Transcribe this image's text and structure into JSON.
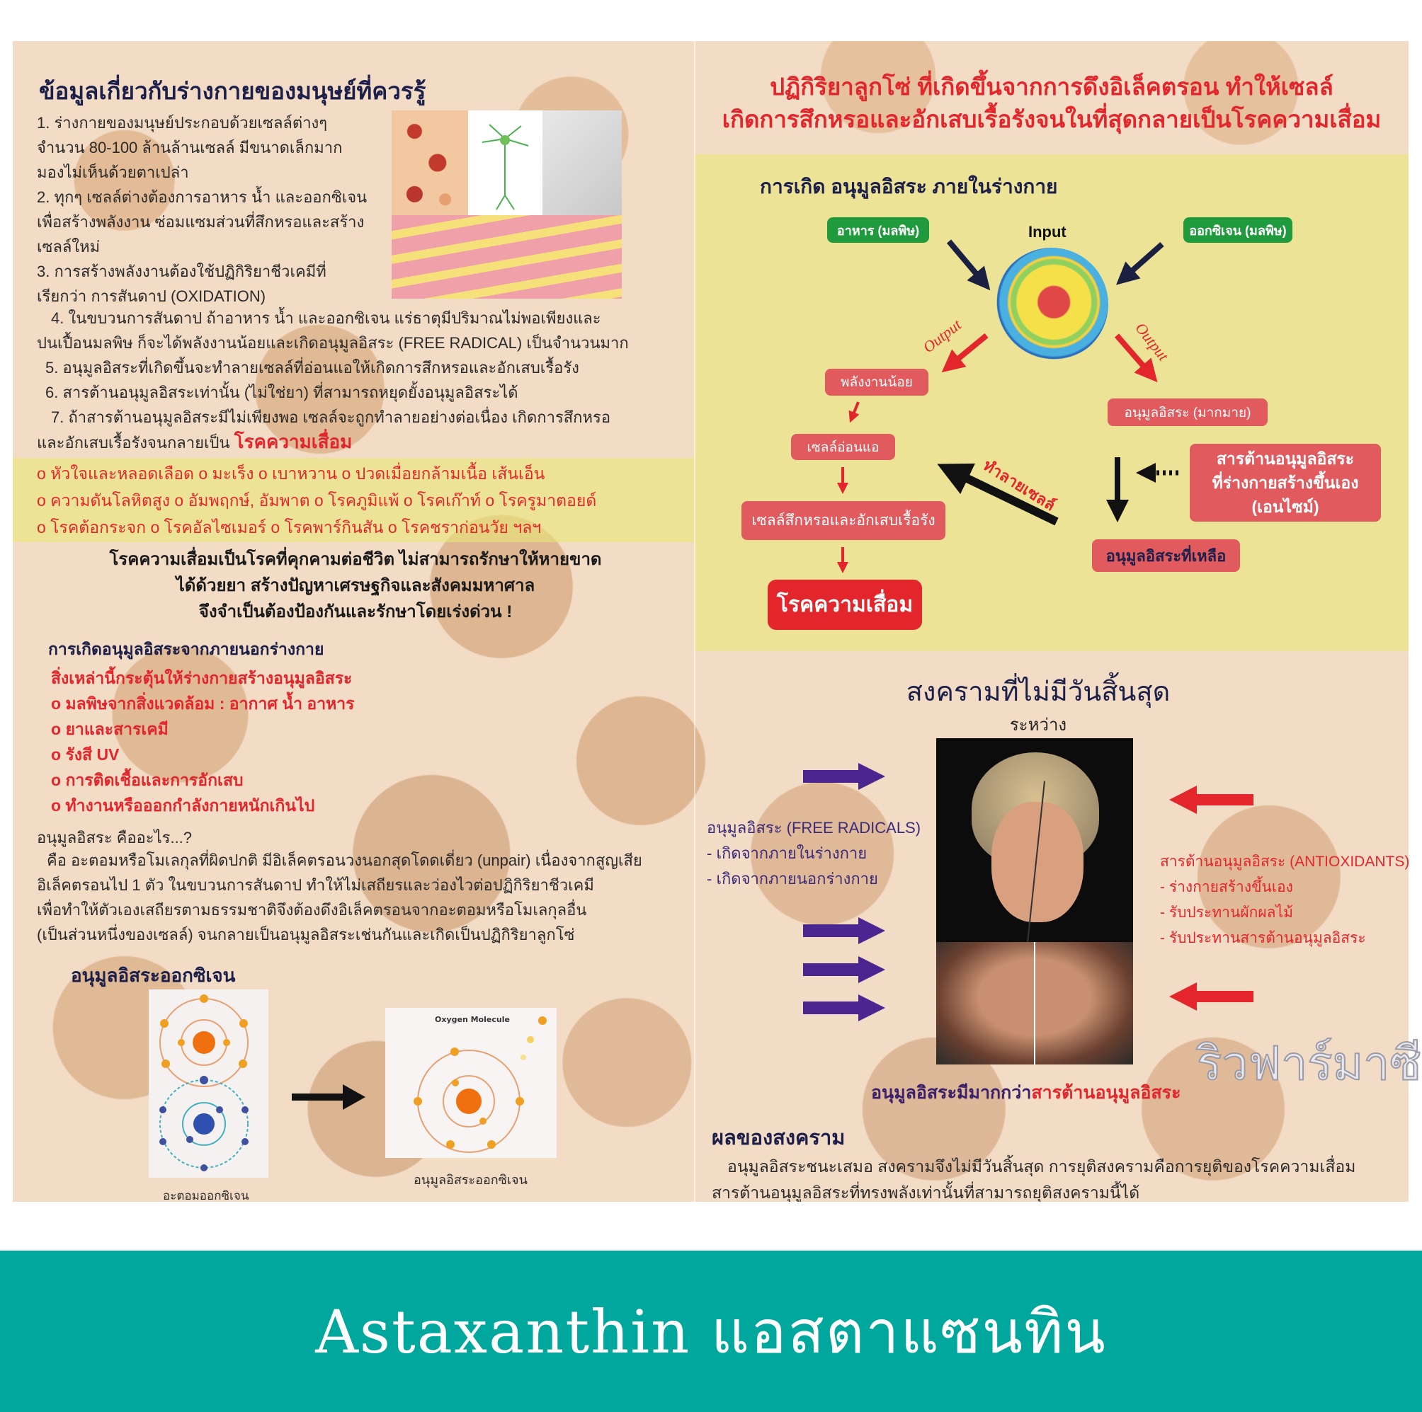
{
  "left": {
    "title": "ข้อมูลเกี่ยวกับร่างกายของมนุษย์ที่ควรรู้",
    "items_top": [
      "1. ร่างกายของมนุษย์ประกอบด้วยเซลล์ต่างๆ",
      "จำนวน  80-100  ล้านล้านเซลล์  มีขนาดเล็กมาก",
      "มองไม่เห็นด้วยตาเปล่า",
      "2. ทุกๆ เซลล์ต่างต้องการอาหาร น้ำ และออกซิเจน",
      "เพื่อสร้างพลังงาน  ซ่อมแซมส่วนที่สึกหรอและสร้าง",
      "เซลล์ใหม่",
      "3. การสร้างพลังงานต้องใช้ปฏิกิริยาชีวเคมีที่",
      "เรียกว่า การสันดาป (OXIDATION)"
    ],
    "items_bottom": [
      "4.  ในขบวนการสันดาป  ถ้าอาหาร  น้ำ  และออกซิเจน  แร่ธาตุมีปริมาณไม่พอเพียงและ",
      "ปนเปื้อนมลพิษ ก็จะได้พลังงานน้อยและเกิดอนุมูลอิสระ (FREE RADICAL) เป็นจำนวนมาก",
      "5. อนุมูลอิสระที่เกิดขึ้นจะทำลายเซลล์ที่อ่อนแอให้เกิดการสึกหรอและอักเสบเรื้อรัง",
      "6. สารต้านอนุมูลอิสระเท่านั้น (ไม่ใช่ยา) ที่สามารถหยุดยั้งอนุมูลอิสระได้",
      "7.  ถ้าสารต้านอนุมูลอิสระมีไม่เพียงพอ  เซลล์จะถูกทำลายอย่างต่อเนื่อง  เกิดการสึกหรอ"
    ],
    "item7_tail": "และอักเสบเรื้อรังจนกลายเป็น",
    "item7_highlight": "โรคความเสื่อม",
    "diseases": [
      "o หัวใจและหลอดเลือด    o มะเร็ง    o เบาหวาน    o ปวดเมื่อยกล้ามเนื้อ เส้นเอ็น",
      "o ความดันโลหิตสูง  o อัมพฤกษ์, อัมพาต   o โรคภูมิแพ้   o โรคเก๊าท์   o โรครูมาตอยด์",
      "o โรคต้อกระจก   o โรคอัลไซเมอร์   o โรคพาร์กินสัน   o โรคชราก่อนวัย ฯลฯ"
    ],
    "warning": [
      "โรคความเสื่อมเป็นโรคที่คุกคามต่อชีวิต ไม่สามารถรักษาให้หายขาด",
      "ได้ด้วยยา สร้างปัญหาเศรษฐกิจและสังคมมหาศาล",
      "จึงจำเป็นต้องป้องกันและรักษาโดยเร่งด่วน !"
    ],
    "external_heading": "การเกิดอนุมูลอิสระจากภายนอกร่างกาย",
    "external_sub": "สิ่งเหล่านี้กระตุ้นให้ร่างกายสร้างอนุมูลอิสระ",
    "external_items": [
      "o มลพิษจากสิ่งแวดล้อม : อากาศ น้ำ อาหาร",
      "o ยาและสารเคมี",
      "o รังสี UV",
      "o การติดเชื้อและการอักเสบ",
      "o ทำงานหรือออกกำลังกายหนักเกินไป"
    ],
    "what_heading": "อนุมูลอิสระ คืออะไร...?",
    "what_lines": [
      "คือ อะตอมหรือโมเลกุลที่ผิดปกติ มีอิเล็คตรอนวงนอกสุดโดดเดี่ยว (unpair) เนื่องจากสูญเสีย",
      "อิเล็คตรอนไป   1   ตัว   ในขบวนการสันดาป   ทำให้ไม่เสถียรและว่องไวต่อปฏิกิริยาชีวเคมี",
      "เพื่อทำให้ตัวเองเสถียรตามธรรมชาติจึงต้องดึงอิเล็คตรอนจากอะตอมหรือโมเลกุลอื่น",
      "(เป็นส่วนหนึ่งของเซลล์) จนกลายเป็นอนุมูลอิสระเช่นกันและเกิดเป็นปฏิกิริยาลูกโซ่"
    ],
    "oxygen_heading": "อนุมูลอิสระออกซิเจน",
    "molecule_label": "Oxygen Molecule",
    "caption_atom": "อะตอมออกซิเจน",
    "caption_radical": "อนุมูลอิสระออกซิเจน"
  },
  "right": {
    "title_lines": [
      "ปฏิกิริยาลูกโซ่ ที่เกิดขึ้นจากการดึงอิเล็คตรอน ทำให้เซลล์",
      "เกิดการสึกหรอและอักเสบเรื้อรังจนในที่สุดกลายเป็นโรคความเสื่อม"
    ],
    "diagram": {
      "heading": "การเกิด อนุมูลอิสระ ภายในร่างกาย",
      "food": "อาหาร (มลพิษ)",
      "oxygen": "ออกซิเจน (มลพิษ)",
      "input": "Input",
      "output_left": "Output",
      "output_right": "Output",
      "low_energy": "พลังงานน้อย",
      "many_radicals": "อนุมูลอิสระ (มากมาย)",
      "weak_cell": "เซลล์อ่อนแอ",
      "worn_cell": "เซลล์สึกหรอและอักเสบเรื้อรัง",
      "disease": "โรคความเสื่อม",
      "destroy_cell": "ทำลายเซลล์",
      "enzyme": [
        "สารต้านอนุมูลอิสระ",
        "ที่ร่างกายสร้างขึ้นเอง",
        "(เอนไซม์)"
      ],
      "remaining": "อนุมูลอิสระที่เหลือ"
    },
    "war": {
      "title": "สงครามที่ไม่มีวันสิ้นสุด",
      "between": "ระหว่าง",
      "free_radicals": "อนุมูลอิสระ (FREE RADICALS)",
      "fr_items": [
        "- เกิดจากภายในร่างกาย",
        "- เกิดจากภายนอกร่างกาย"
      ],
      "antioxidants": "สารต้านอนุมูลอิสระ (ANTIOXIDANTS)",
      "ao_items": [
        "- ร่างกายสร้างขึ้นเอง",
        "- รับประทานผักผลไม้",
        "- รับประทานสารต้านอนุมูลอิสระ"
      ],
      "caption_a": "อนุมูลอิสระมีมากกว่า",
      "caption_b": "สารต้านอนุมูลอิสระ",
      "watermark": "ริวฟาร์มาซี"
    },
    "result": {
      "heading": "ผลของสงคราม",
      "lines": [
        "อนุมูลอิสระชนะเสมอ สงครามจึงไม่มีวันสิ้นสุด การยุติสงครามคือการยุติของโรคความเสื่อม",
        "สารต้านอนุมูลอิสระที่ทรงพลังเท่านั้นที่สามารถยุติสงครามนี้ได้"
      ]
    }
  },
  "banner": {
    "title": "Astaxanthin แอสตาแซนทิน"
  },
  "colors": {
    "banner": "#00a79d",
    "red": "#e3262b",
    "navy": "#1c1f4a",
    "green_box": "#1f9a3c",
    "purple_arrow": "#4b2690"
  }
}
